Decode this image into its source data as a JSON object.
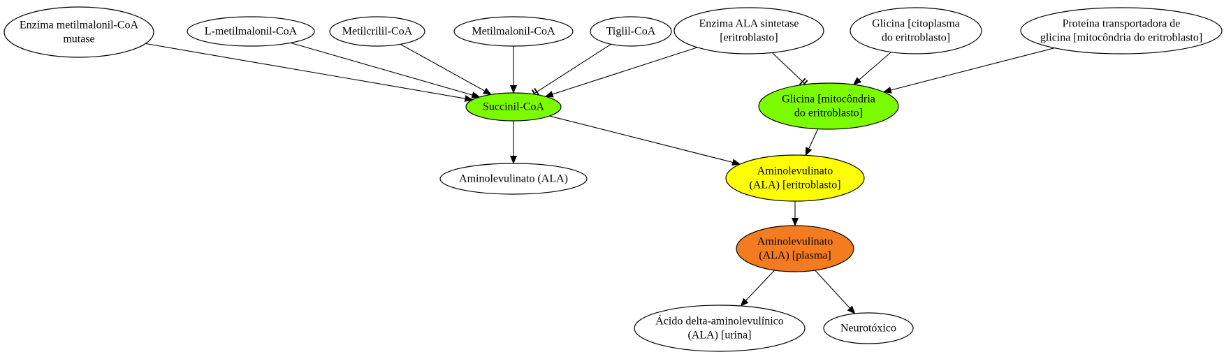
{
  "colors": {
    "green": "#7cfc00",
    "yellow": "#ffff00",
    "orange": "#f47c20",
    "white": "#ffffff",
    "stroke": "#000000"
  },
  "nodes": {
    "enzima_metilmalonil_coa_mutase": {
      "lines": [
        "Enzima metilmalonil-CoA",
        "mutase"
      ],
      "fill": "white"
    },
    "l_metilmalonil_coa": {
      "lines": [
        "L-metilmalonil-CoA"
      ],
      "fill": "white"
    },
    "metilcrilil_coa": {
      "lines": [
        "Metilcrilil-CoA"
      ],
      "fill": "white"
    },
    "metilmalonil_coa": {
      "lines": [
        "Metilmalonil-CoA"
      ],
      "fill": "white"
    },
    "tiglil_coa": {
      "lines": [
        "Tiglil-CoA"
      ],
      "fill": "white"
    },
    "enzima_ala_sintetase": {
      "lines": [
        "Enzima ALA sintetase",
        "[eritroblasto]"
      ],
      "fill": "white"
    },
    "glicina_citoplasma": {
      "lines": [
        "Glicina [citoplasma",
        "do eritroblasto]"
      ],
      "fill": "white"
    },
    "proteina_transportadora": {
      "lines": [
        "Proteína transportadora de",
        "glicina [mitocôndria do eritroblasto]"
      ],
      "fill": "white"
    },
    "succinil_coa": {
      "lines": [
        "Succinil-CoA"
      ],
      "fill": "green"
    },
    "glicina_mitocondria": {
      "lines": [
        "Glicina [mitocôndria",
        "do eritroblasto]"
      ],
      "fill": "green"
    },
    "aminolevulinato_ala": {
      "lines": [
        "Aminolevulinato (ALA)"
      ],
      "fill": "white"
    },
    "aminolevulinato_eritroblasto": {
      "lines": [
        "Aminolevulinato",
        "(ALA) [eritroblasto]"
      ],
      "fill": "yellow"
    },
    "aminolevulinato_plasma": {
      "lines": [
        "Aminolevulinato",
        "(ALA) [plasma]"
      ],
      "fill": "orange"
    },
    "acido_delta_aminolevulinico": {
      "lines": [
        "Ácido delta-aminolevulínico",
        "(ALA) [urina]"
      ],
      "fill": "white"
    },
    "neurotoxico": {
      "lines": [
        "Neurotóxico"
      ],
      "fill": "white"
    }
  },
  "edges": [
    {
      "from": "enzima_metilmalonil_coa_mutase",
      "to": "succinil_coa",
      "type": "activates"
    },
    {
      "from": "l_metilmalonil_coa",
      "to": "succinil_coa",
      "type": "activates"
    },
    {
      "from": "metilcrilil_coa",
      "to": "succinil_coa",
      "type": "activates"
    },
    {
      "from": "metilmalonil_coa",
      "to": "succinil_coa",
      "type": "activates"
    },
    {
      "from": "tiglil_coa",
      "to": "succinil_coa",
      "type": "inhibits"
    },
    {
      "from": "enzima_ala_sintetase",
      "to": "succinil_coa",
      "type": "activates"
    },
    {
      "from": "enzima_ala_sintetase",
      "to": "glicina_mitocondria",
      "type": "inhibits"
    },
    {
      "from": "glicina_citoplasma",
      "to": "glicina_mitocondria",
      "type": "activates"
    },
    {
      "from": "proteina_transportadora",
      "to": "glicina_mitocondria",
      "type": "activates"
    },
    {
      "from": "succinil_coa",
      "to": "aminolevulinato_ala",
      "type": "activates"
    },
    {
      "from": "succinil_coa",
      "to": "aminolevulinato_eritroblasto",
      "type": "activates"
    },
    {
      "from": "glicina_mitocondria",
      "to": "aminolevulinato_eritroblasto",
      "type": "activates"
    },
    {
      "from": "aminolevulinato_eritroblasto",
      "to": "aminolevulinato_plasma",
      "type": "activates"
    },
    {
      "from": "aminolevulinato_plasma",
      "to": "acido_delta_aminolevulinico",
      "type": "activates"
    },
    {
      "from": "aminolevulinato_plasma",
      "to": "neurotoxico",
      "type": "activates"
    }
  ]
}
